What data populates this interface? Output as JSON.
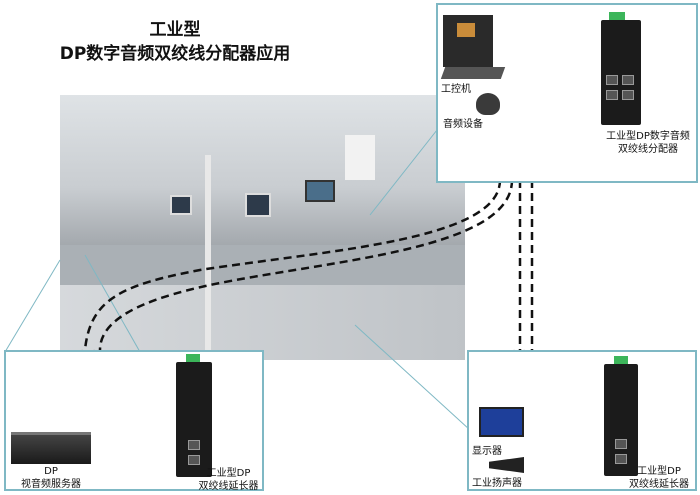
{
  "title": {
    "line1": "工业型",
    "line2": "DP数字音频双绞线分配器应用"
  },
  "top_right": {
    "ipc": "工控机",
    "audio": "音频设备",
    "device_line1": "工业型DP数字音频",
    "device_line2": "双绞线分配器"
  },
  "bottom_left": {
    "server_line1": "DP",
    "server_line2": "视音频服务器",
    "device_line1": "工业型DP",
    "device_line2": "双绞线延长器"
  },
  "bottom_right": {
    "monitor": "显示器",
    "speaker": "工业扬声器",
    "device_line1": "工业型DP",
    "device_line2": "双绞线延长器"
  },
  "colors": {
    "frame": "#7fb8c4",
    "device": "#1b1b1b",
    "terminal": "#3cb55a"
  }
}
